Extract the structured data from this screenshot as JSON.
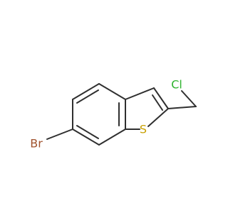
{
  "molecule": {
    "atoms": {
      "bromine": {
        "label": "Br",
        "color": "#a0522d"
      },
      "sulfur": {
        "label": "S",
        "color": "#c8a000"
      },
      "chlorine": {
        "label": "Cl",
        "color": "#2fb32f"
      }
    },
    "bond_color": "#2f2f2f"
  }
}
